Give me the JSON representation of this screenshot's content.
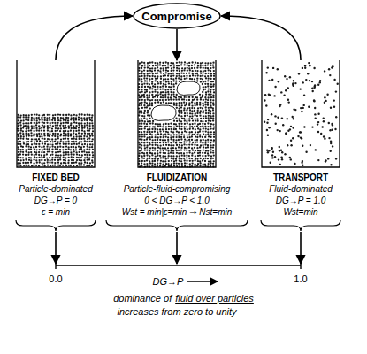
{
  "diagram": {
    "nodes": [
      {
        "text": [
          "Compromise"
        ]
      },
      {
        "text": [
          "FIXED BED",
          "Particle-dominated",
          "DG→P = 0",
          "ε = min"
        ]
      },
      {
        "text": [
          "FLUIDIZATION",
          "Particle-fluid-compromising",
          "0 < DG→P < 1.0",
          "Wst = min|ε=min ⇒ Nst=min"
        ]
      },
      {
        "text": [
          "TRANSPORT",
          "Fluid-dominated",
          "DG→P = 1.0",
          "Wst=min"
        ]
      }
    ],
    "edges": [
      {
        "from": 1,
        "to": 0,
        "arrow": "to"
      },
      {
        "from": 3,
        "to": 0,
        "arrow": "to"
      },
      {
        "from": 0,
        "to": 2,
        "arrow": "to"
      }
    ],
    "labels": [
      "0.0",
      "1.0",
      "DG→P",
      "dominance of",
      "fluid over particles",
      "increases from zero to unity"
    ]
  }
}
